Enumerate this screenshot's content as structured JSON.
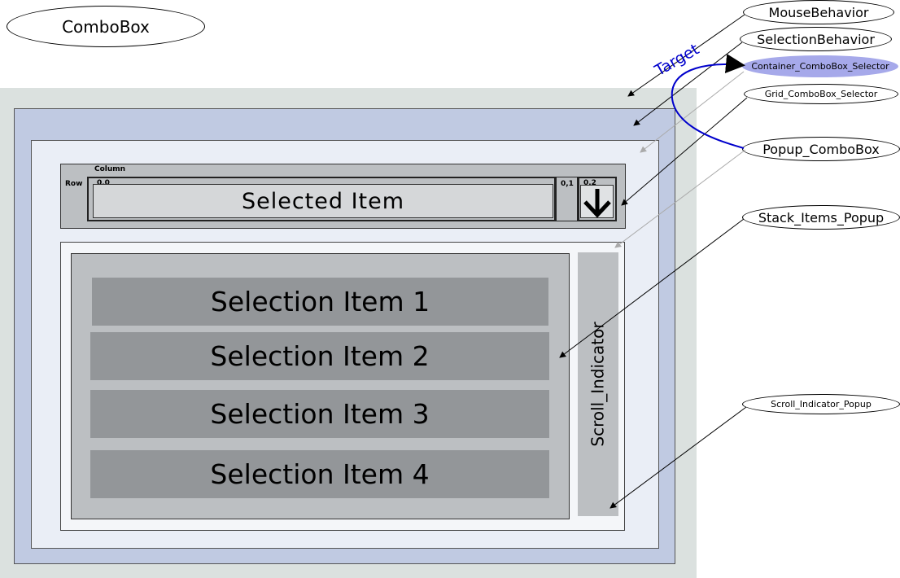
{
  "title": "ComboBox",
  "labels": {
    "mouse_behavior": "MouseBehavior",
    "selection_behavior": "SelectionBehavior",
    "container": "Container_ComboBox_Selector",
    "grid": "Grid_ComboBox_Selector",
    "popup": "Popup_ComboBox",
    "stack": "Stack_Items_Popup",
    "scroll_popup": "Scroll_Indicator_Popup",
    "target": "Target"
  },
  "grid": {
    "column_label": "Column",
    "row_label": "Row",
    "cells": [
      "0,0",
      "0,1",
      "0,2"
    ],
    "selected_item": "Selected Item",
    "arrow_icon": "down-arrow-icon"
  },
  "items": [
    "Selection Item 1",
    "Selection Item 2",
    "Selection Item 3",
    "Selection Item 4"
  ],
  "scroll_indicator": "Scroll_Indicator",
  "colors": {
    "outer_bg": "#dbe1df",
    "blue_frame": "#c0cae2",
    "popup_bg": "#eaeef6",
    "grid_bg": "#bcbfc2",
    "item_bg": "#939699",
    "container_highlight": "#a6a9ea",
    "target_arrow": "#0000cc"
  }
}
